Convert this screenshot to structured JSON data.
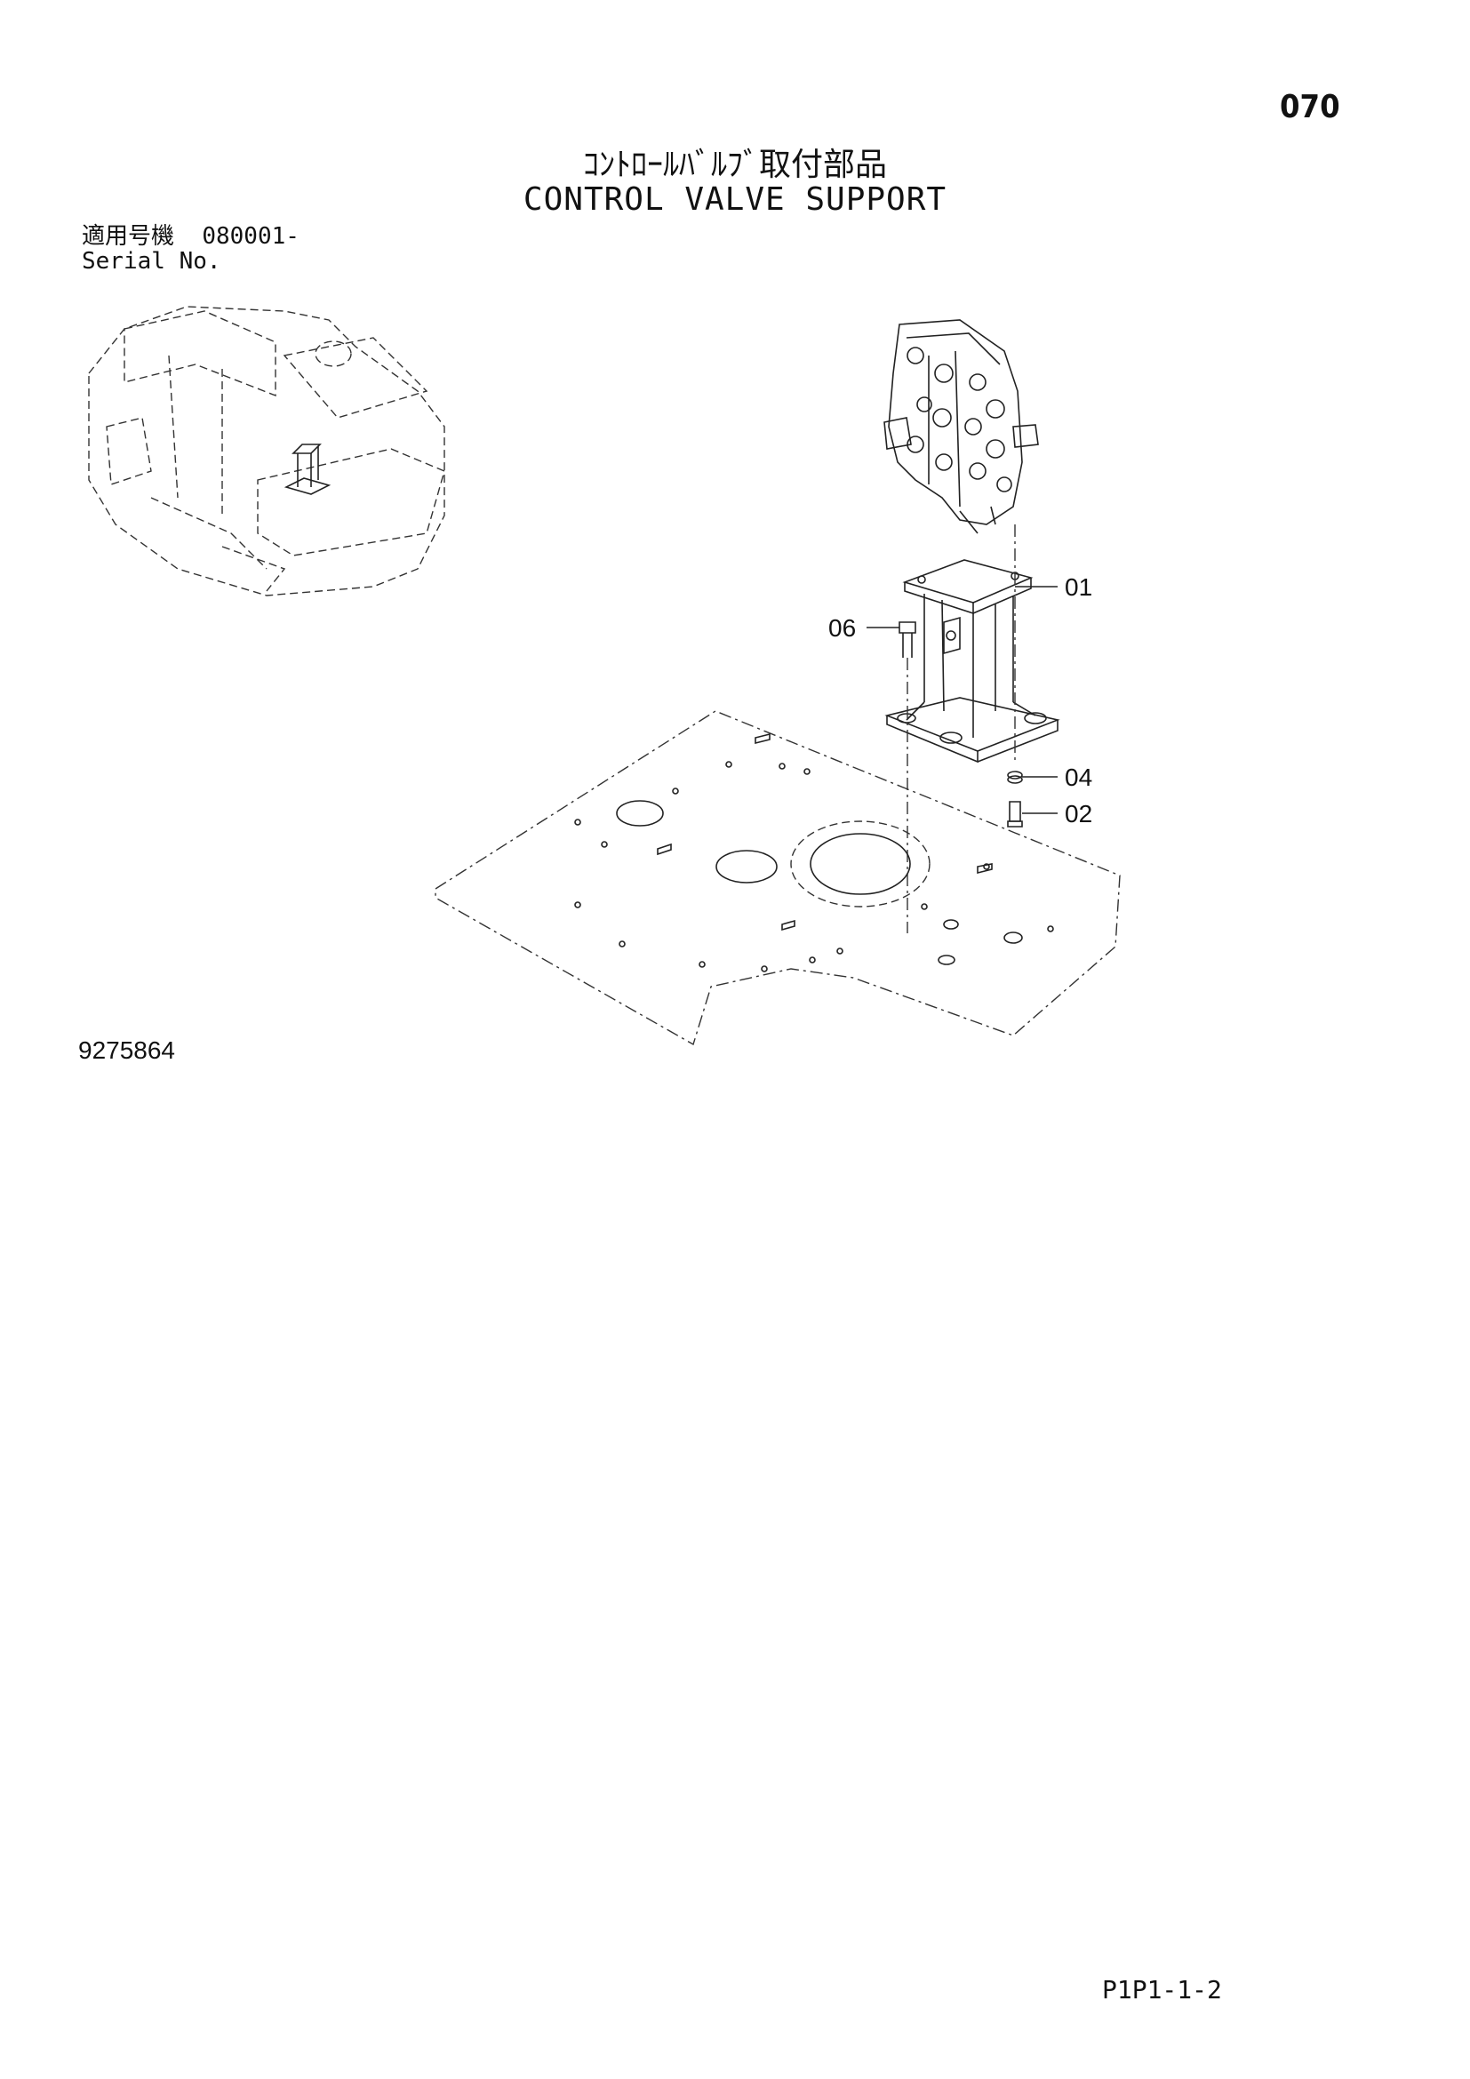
{
  "header": {
    "page_number": "070",
    "title_jp": "ｺﾝﾄﾛｰﾙﾊﾞﾙﾌﾞ取付部品",
    "title_en": "CONTROL VALVE SUPPORT"
  },
  "serial": {
    "label_jp": "適用号機",
    "value": "080001-",
    "label_en": "Serial No."
  },
  "callouts": [
    {
      "id": "01",
      "label": "01"
    },
    {
      "id": "06",
      "label": "06"
    },
    {
      "id": "04",
      "label": "04"
    },
    {
      "id": "02",
      "label": "02"
    }
  ],
  "footer": {
    "drawing_number": "9275864",
    "page_ref": "P1P1-1-2"
  }
}
